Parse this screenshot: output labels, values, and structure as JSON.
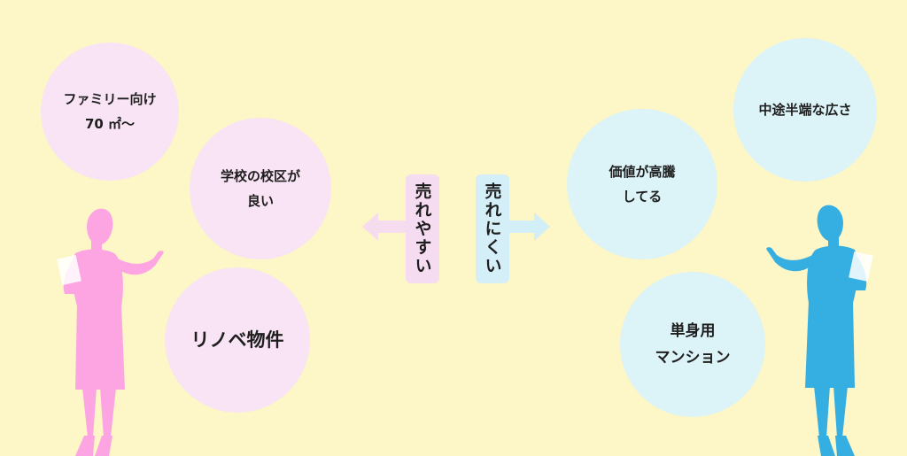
{
  "colors": {
    "background": "#fdf6c6",
    "pink_bubble": "#f8e4f4",
    "blue_bubble": "#dcf3f8",
    "pink_figure": "#fda5e3",
    "blue_figure": "#35aee2",
    "pink_arrow": "#f6dcef",
    "blue_arrow": "#d2eef6",
    "pink_label": "#f6dcf0",
    "blue_label": "#d4eff8"
  },
  "left": {
    "label": "売れやすい",
    "bubbles": [
      {
        "line1": "ファミリー向け",
        "line2": "70 ㎡〜"
      },
      {
        "line1": "学校の校区が",
        "line2": "良い"
      },
      {
        "line1": "リノベ物件",
        "line2": ""
      }
    ],
    "figure_icon": "woman-silhouette-icon"
  },
  "right": {
    "label": "売れにくい",
    "bubbles": [
      {
        "line1": "中途半端な広さ",
        "line2": ""
      },
      {
        "line1": "価値が高騰",
        "line2": "してる"
      },
      {
        "line1": "単身用",
        "line2": "マンション"
      }
    ],
    "figure_icon": "woman-silhouette-icon"
  }
}
